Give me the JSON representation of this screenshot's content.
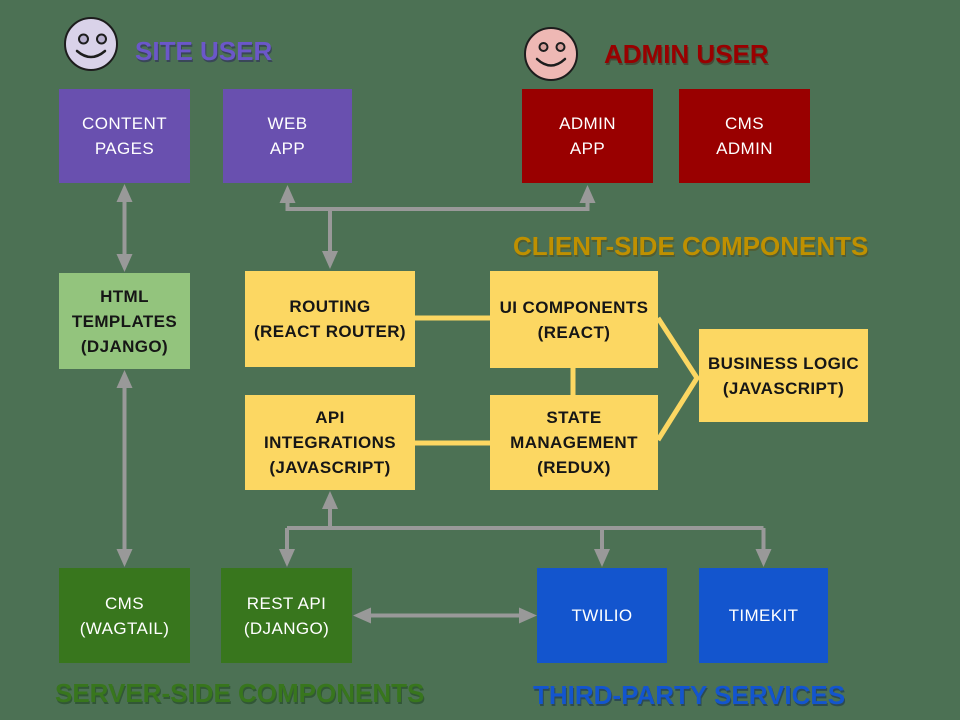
{
  "colors": {
    "background": "#4C7154",
    "purple_box": "#6950AF",
    "red_box": "#990000",
    "yellow_box": "#FCD762",
    "light_green_box": "#93C47D",
    "dark_green_box": "#38761D",
    "blue_box": "#1355CE",
    "arrow_gray": "#999999",
    "site_user_label": "#6B57C9",
    "admin_user_label": "#990000",
    "client_side_label": "#BF9000",
    "server_side_label": "#38761D",
    "third_party_label": "#1355CE",
    "site_face_fill": "#D9D2E9",
    "admin_face_fill": "#EEB8B4"
  },
  "users": {
    "site": {
      "label": "SITE USER"
    },
    "admin": {
      "label": "ADMIN USER"
    }
  },
  "sections": {
    "client": "CLIENT-SIDE COMPONENTS",
    "server": "SERVER-SIDE COMPONENTS",
    "third_party": "THIRD-PARTY SERVICES"
  },
  "nodes": {
    "content_pages": {
      "label": [
        "CONTENT",
        "PAGES"
      ]
    },
    "web_app": {
      "label": [
        "WEB",
        "APP"
      ]
    },
    "admin_app": {
      "label": [
        "ADMIN",
        "APP"
      ]
    },
    "cms_admin": {
      "label": [
        "CMS",
        "ADMIN"
      ]
    },
    "routing": {
      "label": [
        "ROUTING",
        "(REACT ROUTER)"
      ]
    },
    "ui_components": {
      "label": [
        "UI COMPONENTS",
        "(REACT)"
      ]
    },
    "api_integrations": {
      "label": [
        "API",
        "INTEGRATIONS",
        "(JAVASCRIPT)"
      ]
    },
    "state_management": {
      "label": [
        "STATE",
        "MANAGEMENT",
        "(REDUX)"
      ]
    },
    "business_logic": {
      "label": [
        "BUSINESS LOGIC",
        "(JAVASCRIPT)"
      ]
    },
    "html_templates": {
      "label": [
        "HTML",
        "TEMPLATES",
        "(DJANGO)"
      ]
    },
    "cms": {
      "label": [
        "CMS",
        "(WAGTAIL)"
      ]
    },
    "rest_api": {
      "label": [
        "REST API",
        "(DJANGO)"
      ]
    },
    "twilio": {
      "label": [
        "TWILIO"
      ]
    },
    "timekit": {
      "label": [
        "TIMEKIT"
      ]
    }
  }
}
